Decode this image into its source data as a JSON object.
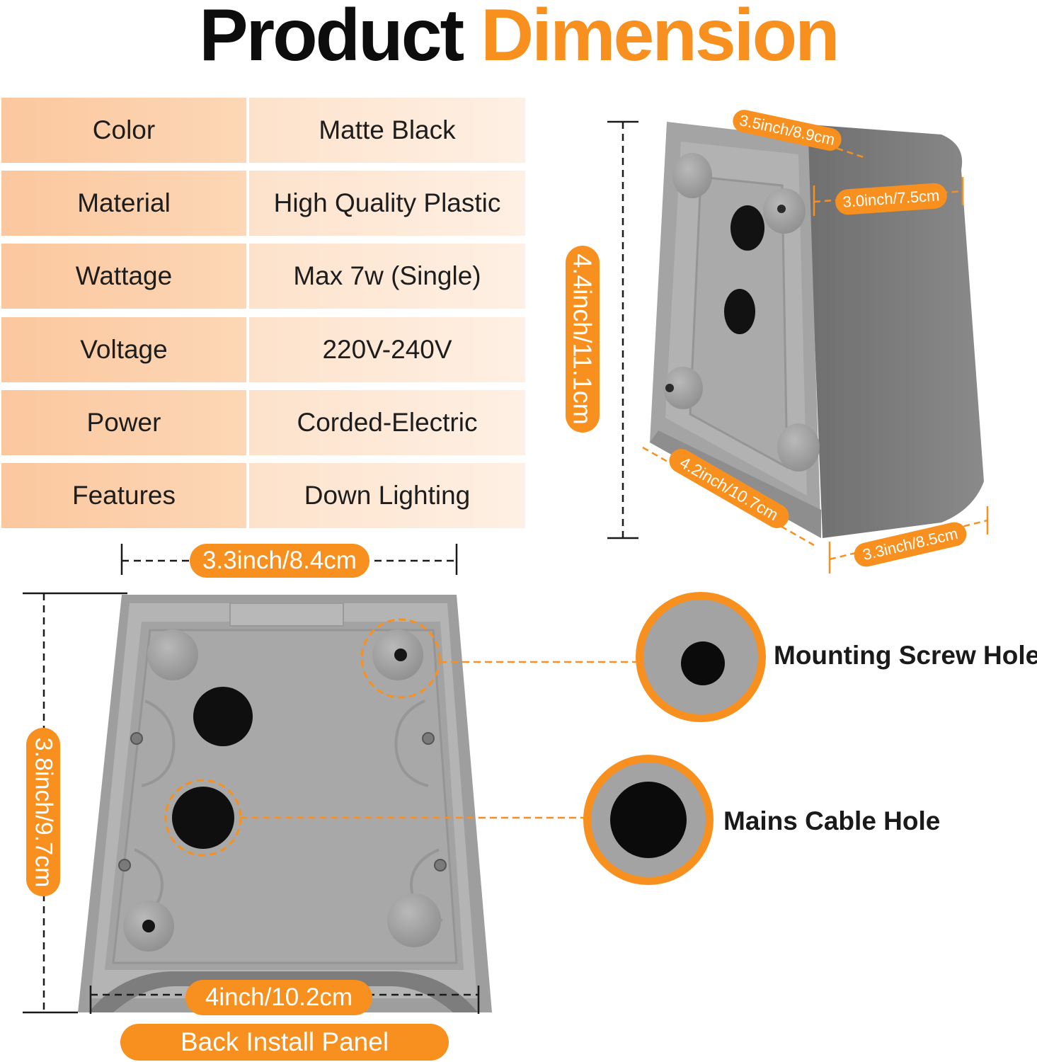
{
  "title": {
    "part1": "Product",
    "part2": "Dimension"
  },
  "specs": [
    {
      "label": "Color",
      "value": "Matte Black"
    },
    {
      "label": "Material",
      "value": "High Quality Plastic"
    },
    {
      "label": "Wattage",
      "value": "Max 7w (Single)"
    },
    {
      "label": "Voltage",
      "value": "220V-240V"
    },
    {
      "label": "Power",
      "value": "Corded-Electric"
    },
    {
      "label": "Features",
      "value": "Down Lighting"
    }
  ],
  "dimensions": {
    "top_width": "3.5inch/8.9cm",
    "top_depth": "3.0inch/7.5cm",
    "height": "4.4inch/11.1cm",
    "bottom_depth": "4.2inch/10.7cm",
    "bottom_width": "3.3inch/8.5cm",
    "panel_top_width": "3.3inch/8.4cm",
    "panel_height": "3.8inch/9.7cm",
    "panel_bottom_width": "4inch/10.2cm"
  },
  "panel_label": "Back Install Panel",
  "callouts": {
    "mounting": "Mounting Screw Hole",
    "mains": "Mains Cable Hole"
  },
  "colors": {
    "accent": "#f7901e",
    "product_gray": "#9a9a9a",
    "dark": "#0d0d0d"
  }
}
